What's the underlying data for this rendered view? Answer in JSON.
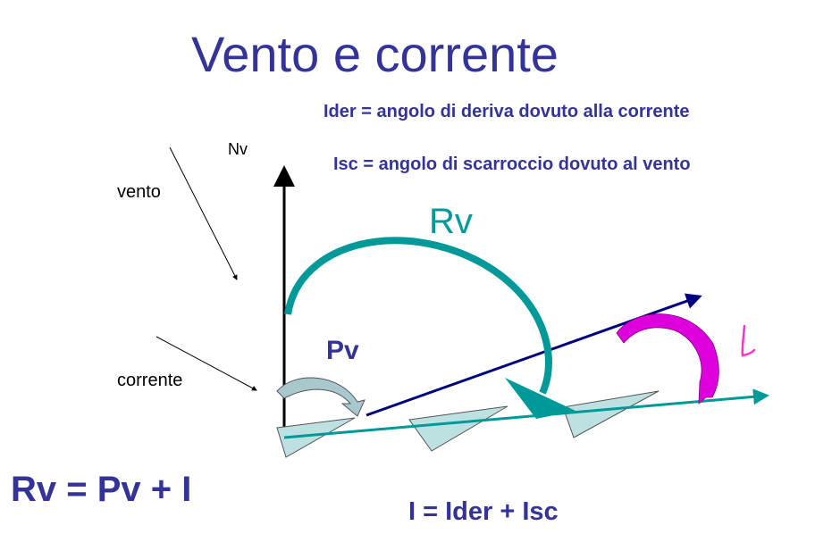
{
  "title": "Vento e corrente",
  "definitions": {
    "lder": "Ider = angolo di deriva dovuto alla corrente",
    "lsc": "Isc = angolo di scarroccio  dovuto al vento"
  },
  "labels": {
    "nv": "Nv",
    "vento": "vento",
    "corrente": "corrente",
    "rv": "Rv",
    "pv": "Pv",
    "i": "I"
  },
  "equations": {
    "rv": "Rv = Pv + I",
    "i": "I = Ider + Isc"
  },
  "colors": {
    "title": "#333399",
    "teal": "#009999",
    "navy": "#000080",
    "magenta": "#ff00ff",
    "boat": "#bde0e0"
  }
}
